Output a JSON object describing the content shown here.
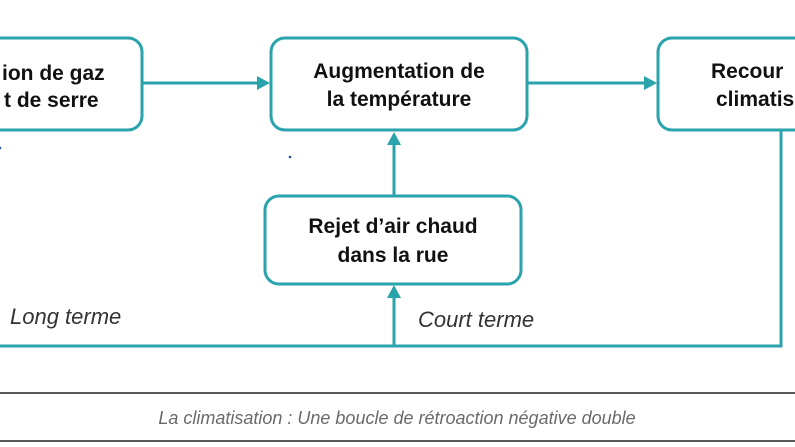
{
  "colors": {
    "accent": "#2aa3ad",
    "node_text": "#111111",
    "label_text": "#333333",
    "caption_text": "#6a6a6a",
    "frame": "#222222"
  },
  "nodes": {
    "emission": {
      "lines": [
        "ion de gaz",
        "t de serre"
      ]
    },
    "augmentation": {
      "lines": [
        "Augmentation de",
        "la température"
      ]
    },
    "recours": {
      "lines": [
        "Recour",
        "climatis"
      ]
    },
    "rejet": {
      "lines": [
        "Rejet d’air chaud",
        "dans la rue"
      ]
    }
  },
  "edge_labels": {
    "long_term": "Long terme",
    "short_term": "Court terme"
  },
  "caption": "La climatisation : Une boucle de rétroaction négative double"
}
